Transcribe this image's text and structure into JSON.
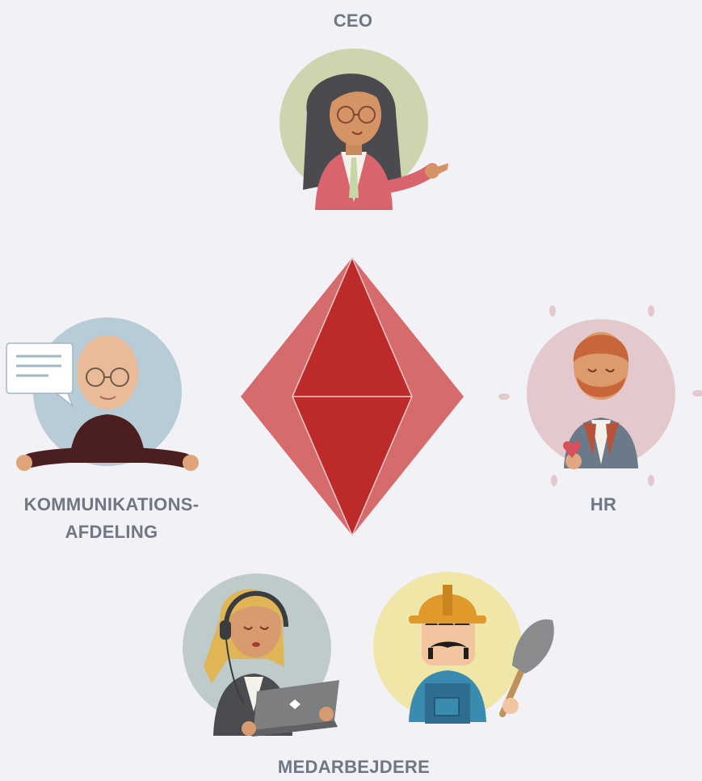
{
  "labels": {
    "ceo": "CEO",
    "communication_line1": "KOMMUNIKATIONS-",
    "communication_line2": "AFDELING",
    "hr": "HR",
    "employees": "MEDARBEJDERE"
  },
  "colors": {
    "background": "#f2f1f5",
    "label_text": "#6f7784",
    "diamond_dark": "#bd2a2a",
    "diamond_light": "#d66b6d",
    "ceo_circle": "#cdd5ae",
    "communication_circle": "#b7ccd6",
    "hr_circle": "#e3c9cd",
    "support_circle": "#bfcbcb",
    "worker_circle": "#efe6a8"
  },
  "icons": [
    "ceo-portrait",
    "communication-portrait",
    "speech-bubble-icon",
    "hr-portrait",
    "heart-icon",
    "support-agent-portrait",
    "headset-icon",
    "laptop-icon",
    "construction-worker-portrait",
    "shovel-icon",
    "diamond-icon"
  ]
}
